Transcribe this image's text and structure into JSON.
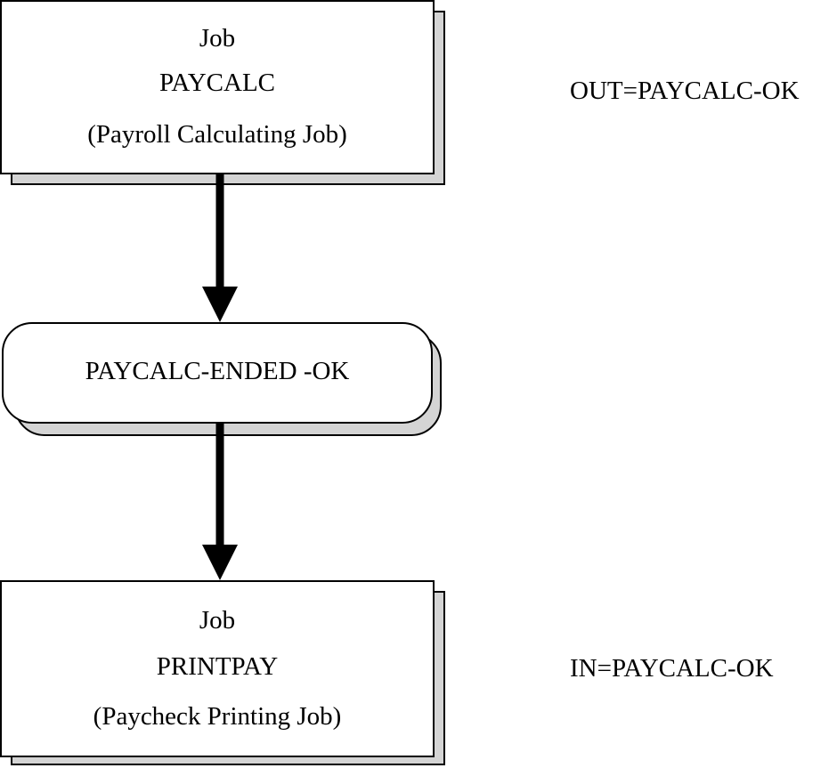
{
  "jobs": {
    "paycalc": {
      "kind": "Job",
      "name": "PAYCALC",
      "description": "(Payroll Calculating Job)",
      "condition_label": "OUT=PAYCALC-OK"
    },
    "printpay": {
      "kind": "Job",
      "name": "PRINTPAY",
      "description": "(Paycheck Printing Job)",
      "condition_label": "IN=PAYCALC-OK"
    }
  },
  "condition": {
    "label": "PAYCALC-ENDED -OK"
  },
  "colors": {
    "shadow": "#d4d4d4",
    "border": "#000000",
    "background": "#ffffff"
  }
}
